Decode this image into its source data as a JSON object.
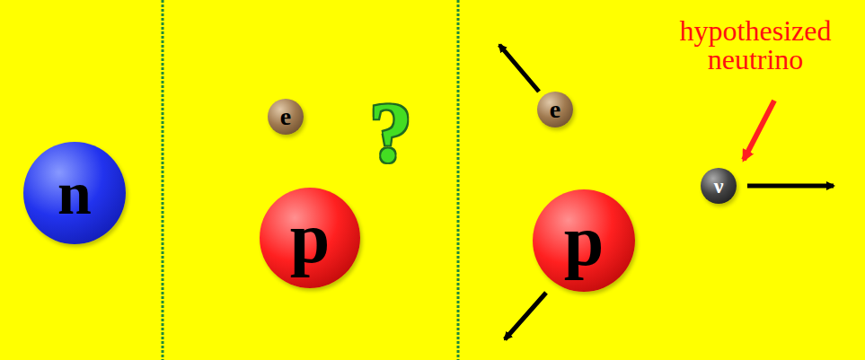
{
  "diagram": {
    "nodes": [
      {
        "text": [
          "n"
        ]
      },
      {
        "text": [
          "e"
        ]
      },
      {
        "text": [
          "p"
        ]
      },
      {
        "text": [
          "e"
        ]
      },
      {
        "text": [
          "p"
        ]
      },
      {
        "text": [
          "ν"
        ]
      }
    ],
    "labels": [
      "?",
      "hypothesized neutrino"
    ]
  }
}
